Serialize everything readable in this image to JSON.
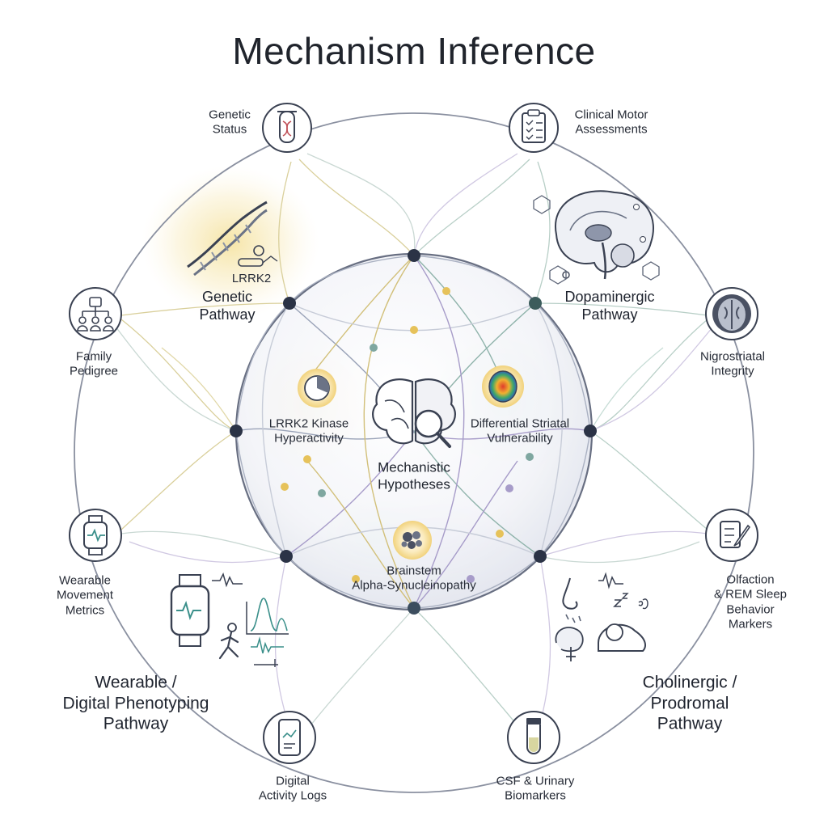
{
  "title": "Mechanism Inference",
  "data_sources": {
    "genetic_status": [
      "Genetic",
      "Status"
    ],
    "clinical_motor": [
      "Clinical Motor",
      "Assessments"
    ],
    "family_pedigree": [
      "Family",
      "Pedigree"
    ],
    "nigrostriatal": [
      "Nigrostriatal",
      "Integrity"
    ],
    "wearable_metrics": [
      "Wearable",
      "Movement",
      "Metrics"
    ],
    "olfaction_rem": [
      "Olfaction",
      "& REM Sleep",
      "Behavior",
      "Markers"
    ],
    "digital_logs": [
      "Digital",
      "Activity Logs"
    ],
    "csf_urinary": [
      "CSF & Urinary",
      "Biomarkers"
    ]
  },
  "pathways": {
    "genetic": {
      "gene": "LRRK2",
      "label": [
        "Genetic",
        "Pathway"
      ]
    },
    "dopaminergic": [
      "Dopaminergic",
      "Pathway"
    ],
    "wearable": [
      "Wearable /",
      "Digital Phenotyping",
      "Pathway"
    ],
    "cholinergic": [
      "Cholinergic /",
      "Prodromal",
      "Pathway"
    ]
  },
  "hypotheses": {
    "lrrk2": [
      "LRRK2 Kinase",
      "Hyperactivity"
    ],
    "striatal": [
      "Differential Striatal",
      "Vulnerability"
    ],
    "brainstem": [
      "Brainstem",
      "Alpha-Synucleinopathy"
    ]
  },
  "center": [
    "Mechanistic",
    "Hypotheses"
  ],
  "colors": {
    "genetic_glow": "#f3dc8a",
    "dopaminergic_glow": "#a9d3c8",
    "brainstem_glow": "#c7bde6",
    "node": "#2b3346",
    "gold_node": "#e6c25a",
    "teal_node": "#7fa7a0",
    "ring": "#7f8594"
  },
  "icons": {
    "genetic_status": "test-tube-dna-icon",
    "clinical_motor": "clipboard-checklist-icon",
    "family_pedigree": "family-tree-icon",
    "nigrostriatal": "brain-scan-icon",
    "wearable_metrics": "smartwatch-icon",
    "olfaction_rem": "clipboard-pen-icon",
    "digital_logs": "smartphone-chart-icon",
    "csf_urinary": "sample-vial-icon",
    "center": "brain-magnifier-icon",
    "lrrk2": "kinase-pie-icon",
    "striatal": "heatmap-brain-icon",
    "brainstem": "protein-aggregate-icon"
  }
}
